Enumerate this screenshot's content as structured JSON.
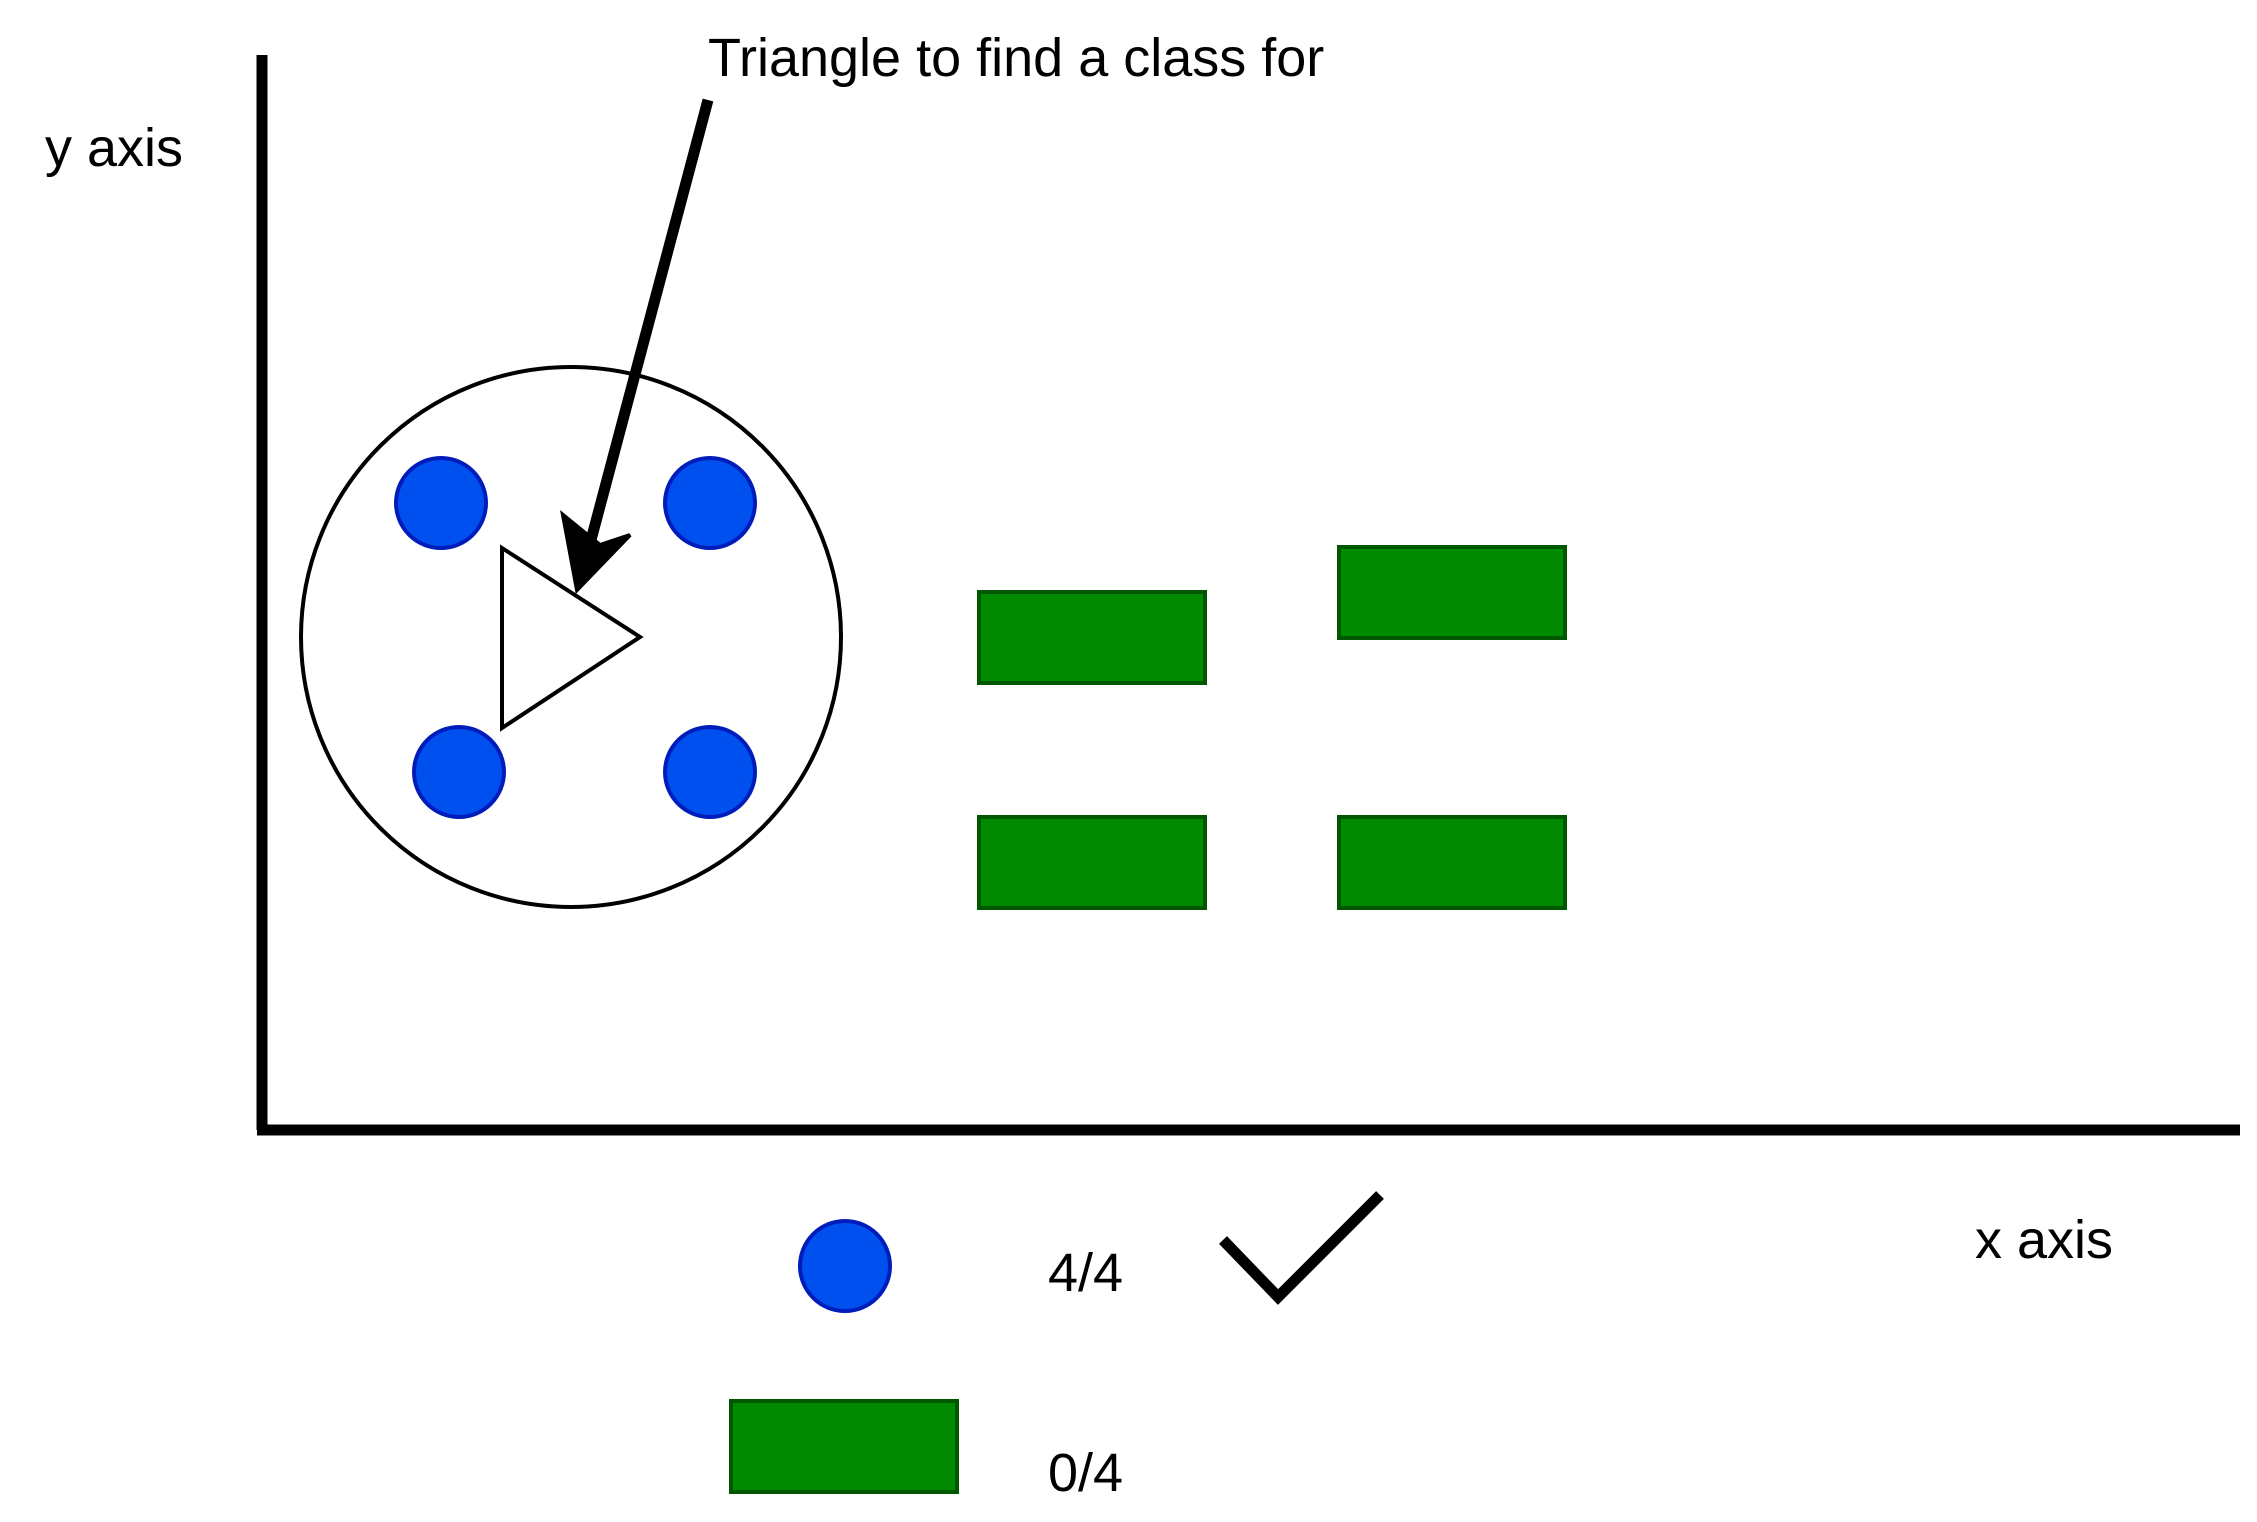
{
  "labels": {
    "y_axis": "y axis",
    "x_axis": "x axis",
    "annotation": "Triangle to find a class for"
  },
  "legend": {
    "circle_count": "4/4",
    "rectangle_count": "0/4",
    "circle_marker": "check-icon"
  },
  "colors": {
    "circle_fill": "#0050ef",
    "circle_stroke": "#001dbc",
    "rect_fill": "#008a00",
    "rect_stroke": "#005700",
    "line": "#000000"
  }
}
